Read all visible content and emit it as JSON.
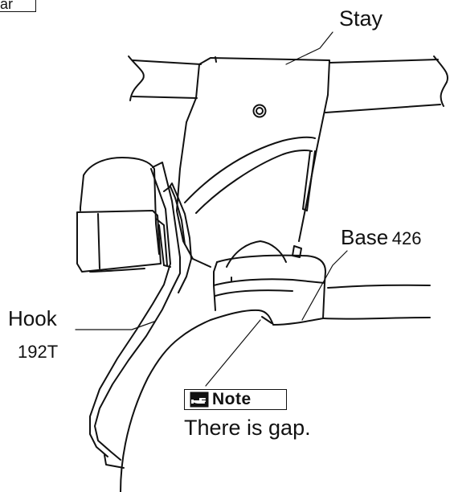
{
  "corner_label": "ear",
  "labels": {
    "stay": "Stay",
    "base": "Base",
    "base_num": "426",
    "hook": "Hook",
    "hook_num": "192T",
    "note": "Note",
    "gap_text": "There is gap."
  }
}
